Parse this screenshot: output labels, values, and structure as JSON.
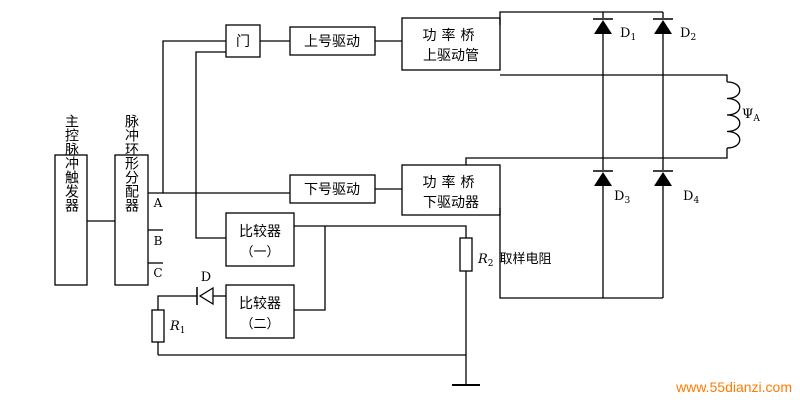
{
  "blocks": {
    "trigger": "主控脉冲触发器",
    "distributor": "脉冲环形分配器",
    "gate": "门",
    "upper_signal_drive": "上号驱动",
    "lower_signal_drive": "下号驱动",
    "bridge_upper_line1": "功率桥",
    "bridge_upper_line2": "上驱动管",
    "bridge_lower_line1": "功率桥",
    "bridge_lower_line2": "下驱动器",
    "comparator1_line1": "比较器",
    "comparator1_line2": "（一）",
    "comparator2_line1": "比较器",
    "comparator2_line2": "（二）"
  },
  "ports": {
    "a": "A",
    "b": "B",
    "c": "C"
  },
  "components": {
    "d1_main": "D",
    "d1_sub": "1",
    "d2_main": "D",
    "d2_sub": "2",
    "d3_main": "D",
    "d3_sub": "3",
    "d4_main": "D",
    "d4_sub": "4",
    "diode_d": "D",
    "r1_main": "R",
    "r1_sub": "1",
    "r2_main": "R",
    "r2_sub": "2",
    "r2_desc": "取样电阻",
    "winding_main": "Ψ",
    "winding_sub": "A"
  },
  "watermark": "www.55dianzi.com"
}
